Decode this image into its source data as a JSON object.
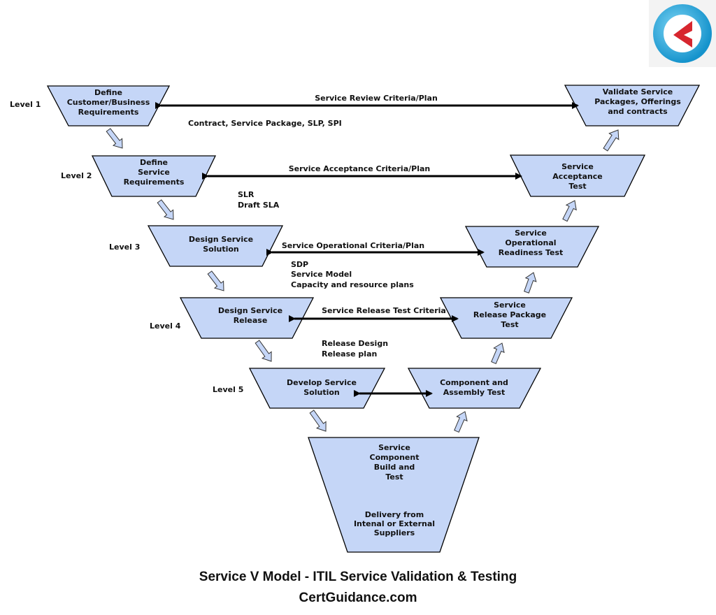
{
  "levels": [
    "Level 1",
    "Level 2",
    "Level 3",
    "Level 4",
    "Level 5"
  ],
  "boxes": {
    "define_customer": [
      "Define",
      "Customer/Business",
      "Requirements"
    ],
    "define_service": [
      "Define",
      "Service",
      "Requirements"
    ],
    "design_solution": [
      "Design Service",
      "Solution"
    ],
    "design_release": [
      "Design Service",
      "Release"
    ],
    "develop_solution": [
      "Develop Service",
      "Solution"
    ],
    "validate": [
      "Validate Service",
      "Packages, Offerings",
      "and contracts"
    ],
    "acceptance_test": [
      "Service",
      "Acceptance",
      "Test"
    ],
    "operational_test": [
      "Service",
      "Operational",
      "Readiness Test"
    ],
    "release_test": [
      "Service",
      "Release Package",
      "Test"
    ],
    "component_test": [
      "Component and",
      "Assembly Test"
    ],
    "build": [
      "Service",
      "Component",
      "Build and",
      "Test"
    ],
    "delivery": [
      "Delivery from",
      "Intenal or External",
      "Suppliers"
    ]
  },
  "criteria": {
    "review": "Service Review Criteria/Plan",
    "acceptance": "Service Acceptance Criteria/Plan",
    "operational": "Service Operational Criteria/Plan",
    "release": "Service Release Test Criteria"
  },
  "outputs": {
    "level1": [
      "Contract, Service Package, SLP, SPI"
    ],
    "level2": [
      "SLR",
      "Draft SLA"
    ],
    "level3": [
      "SDP",
      "Service Model",
      "Capacity and resource plans"
    ],
    "level4": [
      "Release Design",
      "Release plan"
    ]
  },
  "caption": {
    "title": "Service V Model - ITIL Service Validation & Testing",
    "site": "CertGuidance.com"
  },
  "colors": {
    "box_fill": "#c5d6f7",
    "stroke": "#000000",
    "logo_red": "#d7262e",
    "logo_blue": "#1aa3d8"
  }
}
